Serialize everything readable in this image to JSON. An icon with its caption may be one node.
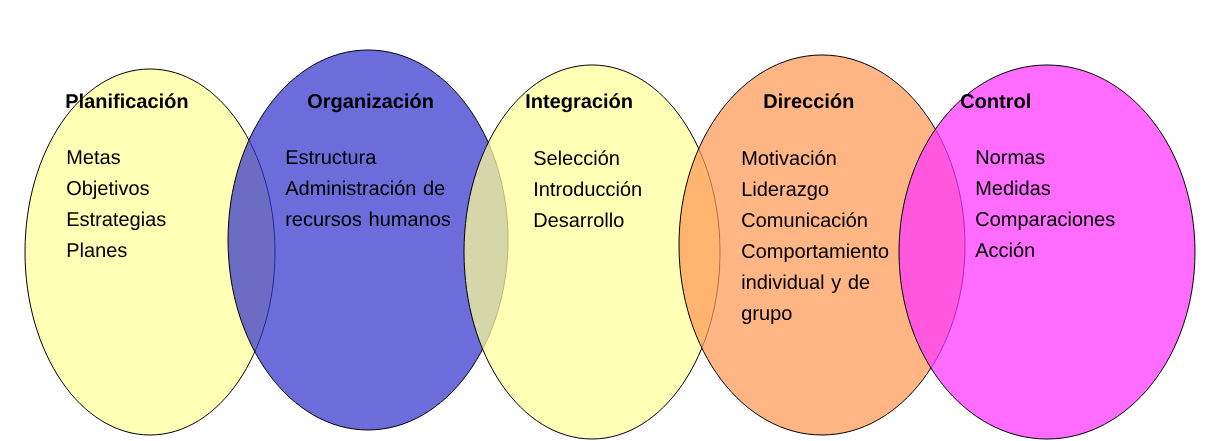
{
  "diagram": {
    "nodes": [
      {
        "text": [
          "Planificación",
          "Metas",
          "Objetivos",
          "Estrategias",
          "Planes"
        ]
      },
      {
        "text": [
          "Organización",
          "Estructura",
          "Administración de recursos humanos"
        ]
      },
      {
        "text": [
          "Integración",
          "Selección",
          "Introducción",
          "Desarrollo"
        ]
      },
      {
        "text": [
          "Dirección",
          "Motivación",
          "Liderazgo",
          "Comunicación",
          "Comportamiento individual y de grupo"
        ]
      },
      {
        "text": [
          "Control",
          "Normas",
          "Medidas",
          "Comparaciones",
          "Acción"
        ]
      }
    ]
  }
}
